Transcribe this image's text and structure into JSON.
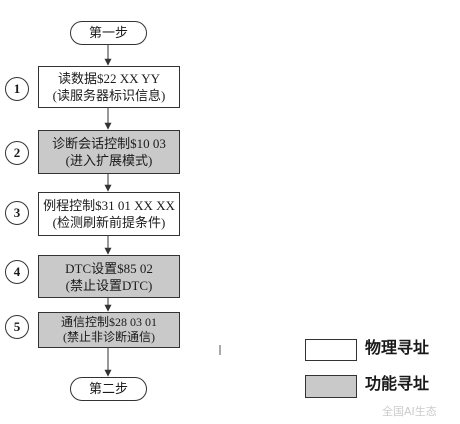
{
  "flow": {
    "start_label": "第一步",
    "end_label": "第二步",
    "steps": [
      {
        "number": "1",
        "title": "读数据$22 XX YY",
        "subtitle": "(读服务器标识信息)",
        "fill": "#ffffff"
      },
      {
        "number": "2",
        "title": "诊断会话控制$10 03",
        "subtitle": "(进入扩展模式)",
        "fill": "#c9c9c9"
      },
      {
        "number": "3",
        "title": "例程控制$31 01 XX XX",
        "subtitle": "(检测刷新前提条件)",
        "fill": "#ffffff"
      },
      {
        "number": "4",
        "title": "DTC设置$85 02",
        "subtitle": "(禁止设置DTC)",
        "fill": "#c9c9c9"
      },
      {
        "number": "5",
        "title": "通信控制$28 03 01",
        "subtitle": "(禁止非诊断通信)",
        "fill": "#c9c9c9"
      }
    ]
  },
  "legend": {
    "physical_label": "物理寻址",
    "physical_fill": "#ffffff",
    "functional_label": "功能寻址",
    "functional_fill": "#c9c9c9"
  },
  "colors": {
    "stroke": "#333333"
  },
  "watermark": "全国AI生态"
}
